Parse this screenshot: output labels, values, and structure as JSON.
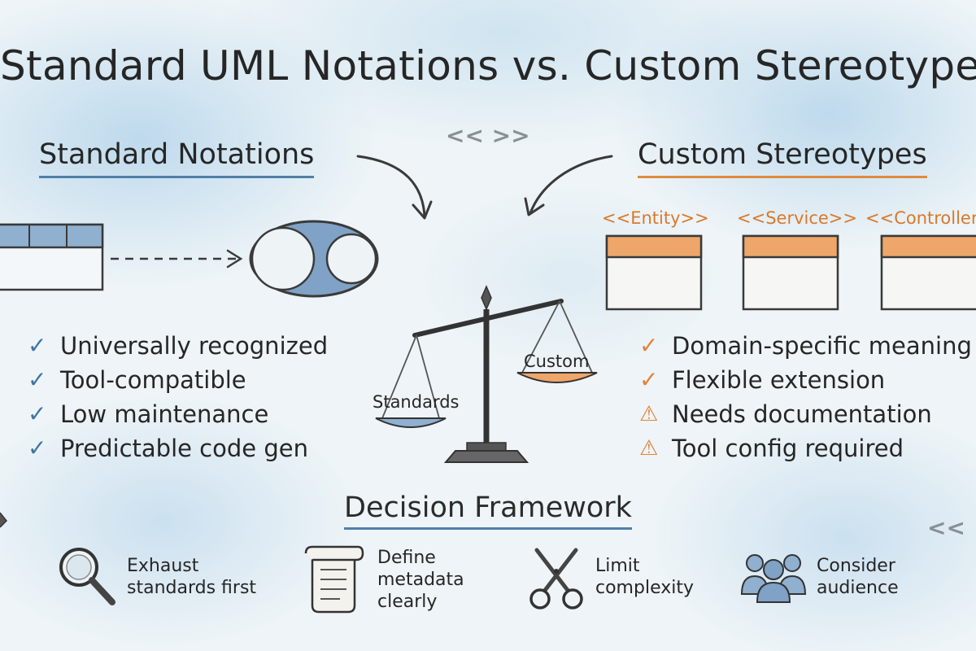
{
  "title": "Standard UML Notations vs. Custom Stereotypes",
  "standard": {
    "heading": "Standard Notations",
    "items": [
      "Universally recognized",
      "Tool-compatible",
      "Low maintenance",
      "Predictable code gen"
    ]
  },
  "custom": {
    "heading": "Custom Stereotypes",
    "stereotypes": [
      "<<Entity>>",
      "<<Service>>",
      "<<Controller>>"
    ],
    "items": [
      {
        "text": "Domain-specific meaning",
        "kind": "check"
      },
      {
        "text": "Flexible extension",
        "kind": "check"
      },
      {
        "text": "Needs documentation",
        "kind": "warning"
      },
      {
        "text": "Tool config required",
        "kind": "warning"
      }
    ]
  },
  "scale": {
    "left_label": "Standards",
    "right_label": "Custom"
  },
  "decorations": {
    "top_chevrons": "<< >>",
    "corner_chevrons": "<<"
  },
  "framework": {
    "heading": "Decision Framework",
    "items": [
      {
        "icon": "magnifier-icon",
        "lines": [
          "Exhaust",
          "standards first"
        ]
      },
      {
        "icon": "scroll-icon",
        "lines": [
          "Define",
          "metadata",
          "clearly"
        ]
      },
      {
        "icon": "scissors-icon",
        "lines": [
          "Limit",
          "complexity"
        ]
      },
      {
        "icon": "people-icon",
        "lines": [
          "Consider",
          "audience"
        ]
      }
    ]
  },
  "colors": {
    "blue_accent": "#4f7fa8",
    "orange_accent": "#e08a3c",
    "ink": "#2b2b2b"
  }
}
